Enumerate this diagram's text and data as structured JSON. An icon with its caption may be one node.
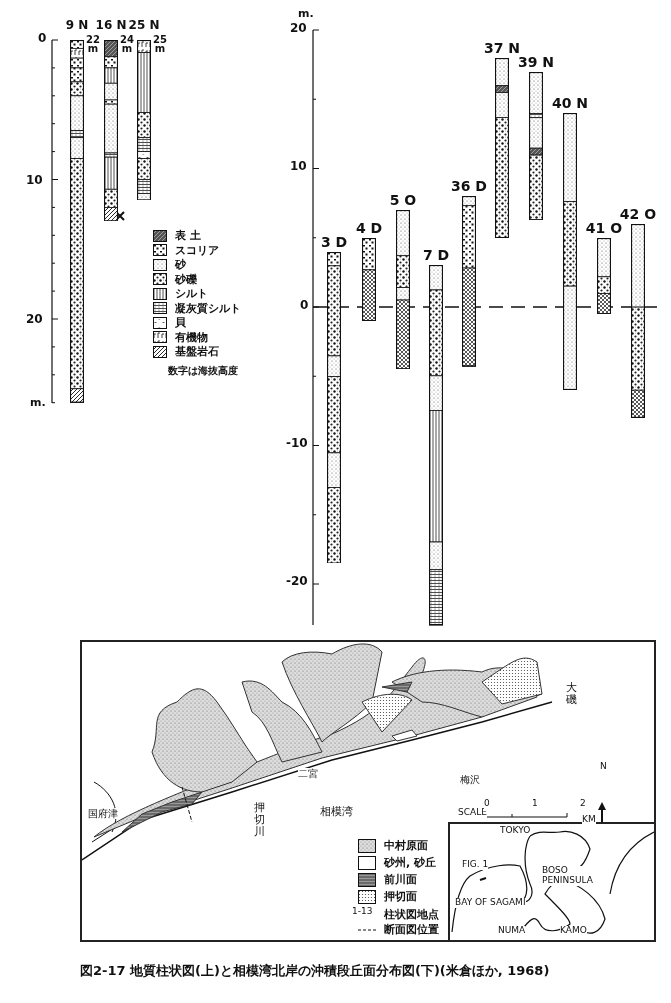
{
  "diagram": {
    "caption": "図2-17 地質柱状図(上)と相模湾北岸の沖積段丘面分布図(下)(米倉ほか, 1968)",
    "nodes": [
      {
        "text": [
          "9 N"
        ],
        "beside": [
          "22 m"
        ]
      },
      {
        "text": [
          "16 N"
        ],
        "beside": [
          "24 m"
        ]
      },
      {
        "text": [
          "25 N"
        ],
        "beside": [
          "25 m"
        ]
      },
      {
        "text": [
          "3 D"
        ]
      },
      {
        "text": [
          "4 D"
        ]
      },
      {
        "text": [
          "5 O"
        ]
      },
      {
        "text": [
          "7 D"
        ]
      },
      {
        "text": [
          "36 D"
        ]
      },
      {
        "text": [
          "37 N"
        ]
      },
      {
        "text": [
          "39 N"
        ]
      },
      {
        "text": [
          "40 N"
        ]
      },
      {
        "text": [
          "41 O"
        ]
      },
      {
        "text": [
          "42 O"
        ]
      }
    ],
    "labels": [
      "0",
      "10",
      "20",
      "m.",
      "数字は海抜高度",
      "m.",
      "20",
      "10",
      "0",
      "-10",
      "-20",
      "大磯",
      "二宮",
      "梅沢",
      "相模湾",
      "押切川",
      "国府津",
      "N",
      "SCALE",
      "0",
      "1",
      "2",
      "KM",
      "1-13",
      "TOKYO",
      "FIG. 1",
      "BOSO PENINSULA",
      "BAY OF SAGAMI",
      "NUMA",
      "KAMO"
    ],
    "legend": [
      {
        "text": "表 土"
      },
      {
        "text": "スコリア"
      },
      {
        "text": "砂"
      },
      {
        "text": "砂礫"
      },
      {
        "text": "シルト"
      },
      {
        "text": "凝灰質シルト"
      },
      {
        "text": "貝"
      },
      {
        "text": "有機物"
      },
      {
        "text": "基盤岩石"
      },
      {
        "text": "中村原面"
      },
      {
        "text": "砂州, 砂丘"
      },
      {
        "text": "前川面"
      },
      {
        "text": "押切面"
      },
      {
        "text": "柱状図地点"
      },
      {
        "text": "断面図位置"
      }
    ]
  }
}
